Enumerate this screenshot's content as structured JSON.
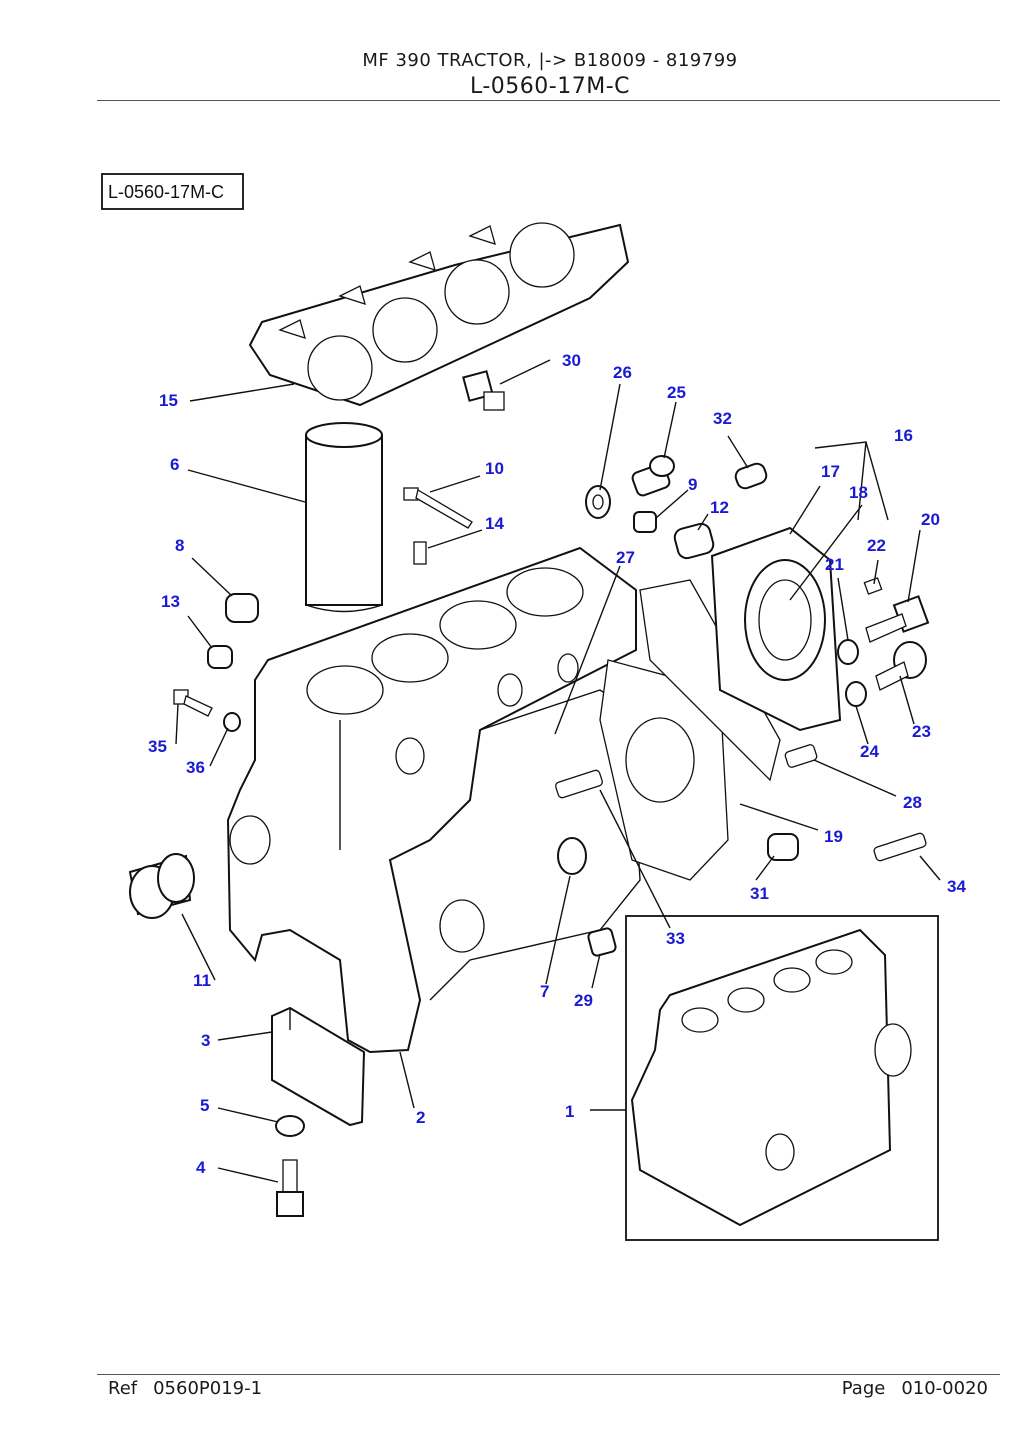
{
  "header": {
    "title": "MF 390 TRACTOR, |-> B18009 - 819799",
    "code": "L-0560-17M-C"
  },
  "diagram": {
    "box_label": "L-0560-17M-C",
    "callouts": [
      "1",
      "2",
      "3",
      "4",
      "5",
      "6",
      "7",
      "8",
      "9",
      "10",
      "11",
      "12",
      "13",
      "14",
      "15",
      "16",
      "17",
      "18",
      "19",
      "20",
      "21",
      "22",
      "23",
      "24",
      "25",
      "26",
      "27",
      "28",
      "29",
      "30",
      "31",
      "32",
      "33",
      "34",
      "35",
      "36"
    ],
    "colors": {
      "callout": "#1a1ad6",
      "line": "#111111"
    }
  },
  "footer": {
    "ref_label": "Ref",
    "ref_value": "0560P019-1",
    "page_label": "Page",
    "page_value": "010-0020"
  }
}
